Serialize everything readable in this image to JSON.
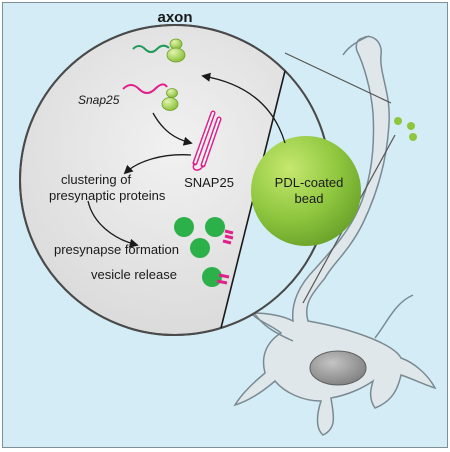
{
  "diagram": {
    "title": "axon",
    "labels": {
      "mrna": "Snap25",
      "protein": "SNAP25",
      "clustering_line1": "clustering of",
      "clustering_line2": "presynaptic proteins",
      "presynapse": "presynapse formation",
      "vesicle": "vesicle release",
      "bead_line1": "PDL-coated",
      "bead_line2": "bead"
    },
    "colors": {
      "background": "#d4ecf5",
      "magnified_circle": "#e8e8e8",
      "axon_region": "#d4ecf5",
      "bead": "#8ec63f",
      "ribosome": "#a6d94e",
      "mrna": "#e0218a",
      "mrna_untranslated": "#1f9a5a",
      "vesicle": "#2bb04a",
      "neuron_fill": "#dfe7eb",
      "nucleus": "#9a9a9a"
    }
  }
}
